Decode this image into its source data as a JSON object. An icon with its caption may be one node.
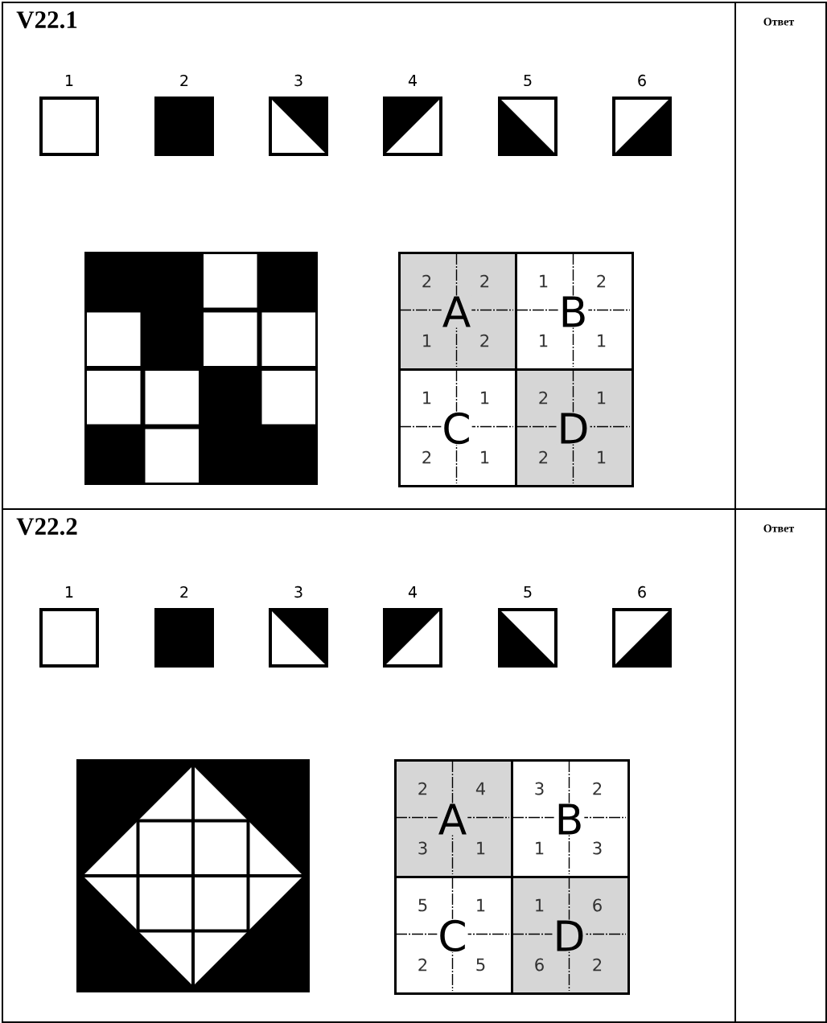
{
  "diagram": {
    "nodes": [
      {
        "text": [
          "V22.1"
        ]
      },
      {
        "text": [
          "Ответ"
        ]
      },
      {
        "text": [
          "1"
        ],
        "in": 0
      },
      {
        "text": [
          "2"
        ],
        "in": 0
      },
      {
        "text": [
          "3"
        ],
        "in": 0
      },
      {
        "text": [
          "4"
        ],
        "in": 0
      },
      {
        "text": [
          "5"
        ],
        "in": 0
      },
      {
        "text": [
          "6"
        ],
        "in": 0
      },
      {
        "text": [
          "A",
          "2",
          "2",
          "1",
          "2"
        ],
        "in": 0
      },
      {
        "text": [
          "B",
          "1",
          "2",
          "1",
          "1"
        ],
        "in": 0
      },
      {
        "text": [
          "C",
          "1",
          "1",
          "2",
          "1"
        ],
        "in": 0
      },
      {
        "text": [
          "D",
          "2",
          "1",
          "2",
          "1"
        ],
        "in": 0
      },
      {
        "text": [
          "V22.2"
        ]
      },
      {
        "text": [
          "Ответ"
        ]
      },
      {
        "text": [
          "1"
        ],
        "in": 12
      },
      {
        "text": [
          "2"
        ],
        "in": 12
      },
      {
        "text": [
          "3"
        ],
        "in": 12
      },
      {
        "text": [
          "4"
        ],
        "in": 12
      },
      {
        "text": [
          "5"
        ],
        "in": 12
      },
      {
        "text": [
          "6"
        ],
        "in": 12
      },
      {
        "text": [
          "A",
          "2",
          "4",
          "3",
          "1"
        ],
        "in": 12
      },
      {
        "text": [
          "B",
          "3",
          "2",
          "1",
          "3"
        ],
        "in": 12
      },
      {
        "text": [
          "C",
          "5",
          "1",
          "2",
          "5"
        ],
        "in": 12
      },
      {
        "text": [
          "D",
          "1",
          "6",
          "6",
          "2"
        ],
        "in": 12
      }
    ]
  }
}
